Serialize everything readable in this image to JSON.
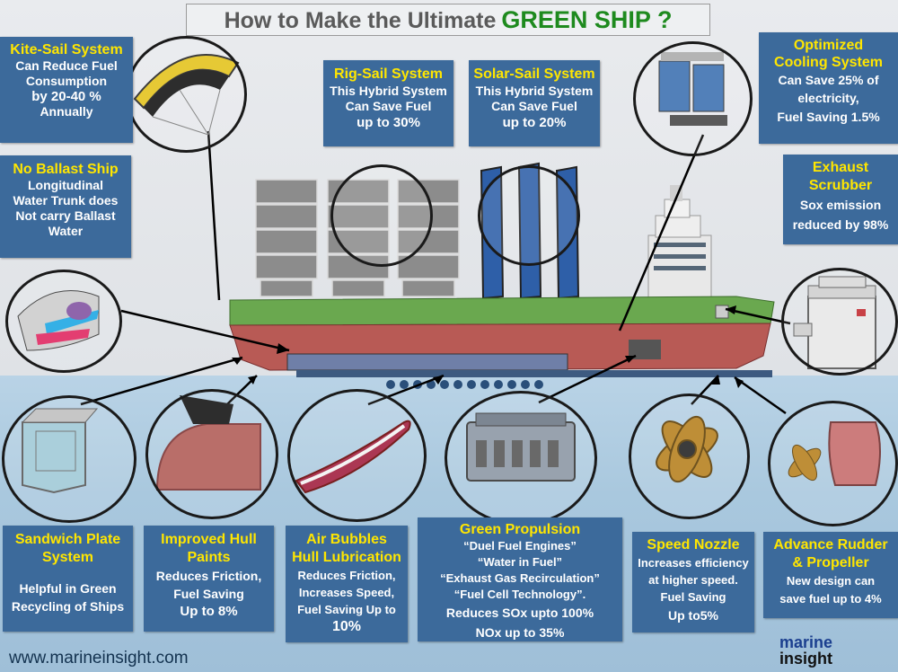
{
  "title": {
    "main": "How to Make the Ultimate",
    "highlight": "GREEN SHIP ?"
  },
  "kite_sail": {
    "heading": "Kite-Sail System",
    "lines": [
      "Can Reduce Fuel",
      "Consumption",
      "by 20-40 %",
      "Annually"
    ]
  },
  "no_ballast": {
    "heading": "No Ballast Ship",
    "lines": [
      "Longitudinal",
      "Water Trunk does",
      "Not carry Ballast",
      "Water"
    ]
  },
  "rig_sail": {
    "heading": "Rig-Sail System",
    "lines": [
      "This Hybrid System",
      "Can Save Fuel",
      "up to 30%"
    ]
  },
  "solar_sail": {
    "heading": "Solar-Sail System",
    "lines": [
      "This Hybrid System",
      "Can Save Fuel",
      "up to 20%"
    ]
  },
  "cooling": {
    "heading1": "Optimized",
    "heading2": "Cooling System",
    "lines": [
      "Can Save 25% of",
      "electricity,",
      "Fuel Saving 1.5%"
    ]
  },
  "scrubber": {
    "heading1": "Exhaust",
    "heading2": "Scrubber",
    "lines": [
      "Sox emission",
      "reduced by 98%"
    ]
  },
  "sandwich": {
    "heading1": "Sandwich Plate",
    "heading2": "System",
    "lines": [
      "Helpful in Green",
      "Recycling of Ships"
    ]
  },
  "hull_paints": {
    "heading1": "Improved Hull",
    "heading2": "Paints",
    "lines": [
      "Reduces Friction,",
      "Fuel Saving",
      "Up to 8%"
    ]
  },
  "air_bubbles": {
    "heading1": "Air Bubbles",
    "heading2": "Hull Lubrication",
    "lines": [
      "Reduces Friction,",
      "Increases Speed,",
      "Fuel Saving Up to",
      "10%"
    ]
  },
  "propulsion": {
    "heading": "Green Propulsion",
    "lines": [
      "“Duel Fuel Engines”",
      "“Water in Fuel”",
      "“Exhaust Gas Recirculation”",
      "“Fuel Cell Technology”.",
      "Reduces SOx upto 100%",
      "NOx up to 35%"
    ]
  },
  "nozzle": {
    "heading": "Speed Nozzle",
    "lines": [
      "Increases efficiency",
      "at higher speed.",
      "Fuel Saving",
      "Up to5%"
    ]
  },
  "rudder": {
    "heading1": "Advance Rudder",
    "heading2": "& Propeller",
    "lines": [
      "New design can",
      "save fuel up to 4%"
    ]
  },
  "footer": {
    "url": "www.marineinsight.com",
    "logo_top": "marine",
    "logo_bottom": "insight"
  },
  "colors": {
    "box_blue": "#3c6a9b",
    "heading_yellow": "#ffe600",
    "title_green": "#1e8a1e",
    "hull_red": "#b85a55",
    "deck_green": "#6aa84f"
  }
}
